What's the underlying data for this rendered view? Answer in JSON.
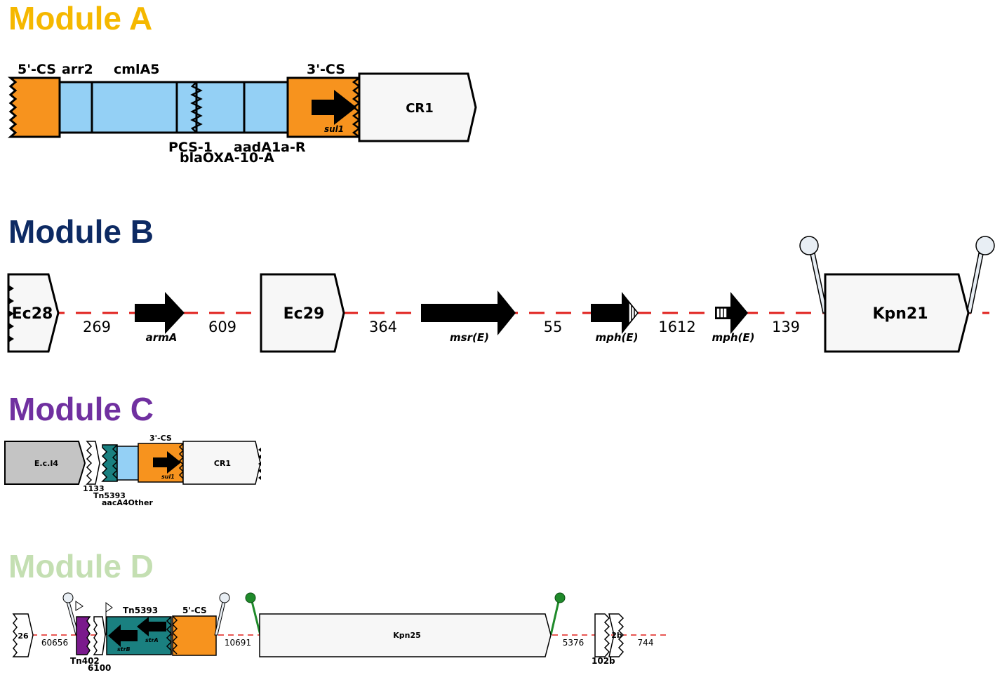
{
  "colors": {
    "module_a": "#f5b800",
    "module_b": "#0d2a63",
    "module_c": "#7030a0",
    "module_d": "#c4dfb2",
    "orange": "#f7931e",
    "light_blue": "#94d0f5",
    "teal": "#1a8080",
    "purple": "#7a1a8c",
    "gray": "#c4c4c4",
    "box_white": "#f7f7f7",
    "dash_red": "#e0201c",
    "lollipop_green": "#1f8a2a",
    "lollipop_white": "#e8eef4"
  },
  "module_a": {
    "title": "Module A",
    "labels": {
      "cs5": "5'-CS",
      "arr2": "arr2",
      "cmla5": "cmlA5",
      "cs3": "3'-CS",
      "cr1": "CR1",
      "sul1": "sul1",
      "pcs1": "PCS-1",
      "aada1a": "aadA1a-R",
      "oxa10": "blaOXA-10-A"
    }
  },
  "module_b": {
    "title": "Module B",
    "labels": {
      "ec28": "Ec28",
      "ec29": "Ec29",
      "kpn21": "Kpn21",
      "arma": "armA",
      "msre": "msr(E)",
      "mphe1": "mph(E)",
      "mphe2": "mph(E)"
    },
    "gaps": [
      "269",
      "609",
      "364",
      "55",
      "1612",
      "139"
    ]
  },
  "module_c": {
    "title": "Module C",
    "labels": {
      "eci4": "E.c.I4",
      "cs3": "3'-CS",
      "cr1": "CR1",
      "sul1": "sul1",
      "n1133": "1133",
      "tn5393": "Tn5393",
      "aaca4": "aacA4Other"
    }
  },
  "module_d": {
    "title": "Module D",
    "labels": {
      "e26": "26",
      "n60656": "60656",
      "tn402": "Tn402",
      "n6100": "6100",
      "tn5393": "Tn5393",
      "cs5": "5'-CS",
      "stra": "strA",
      "strb": "strB",
      "n10691": "10691",
      "kpn25": "Kpn25",
      "n5376": "5376",
      "e2b": "2b",
      "n102b": "102b",
      "n744": "744"
    }
  }
}
